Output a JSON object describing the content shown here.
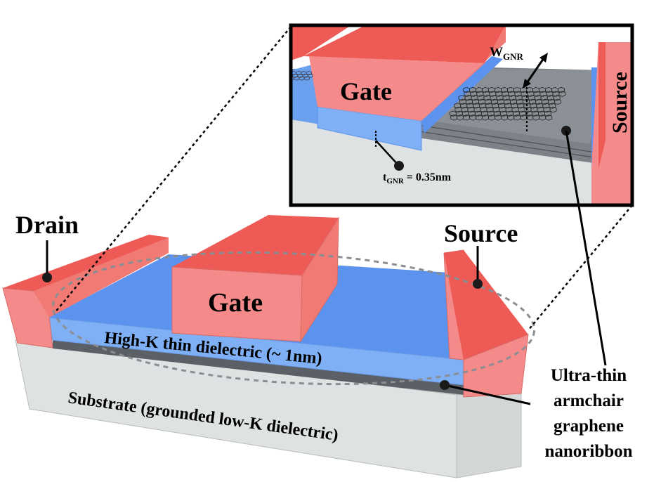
{
  "labels": {
    "drain": "Drain",
    "source": "Source",
    "gate": "Gate",
    "dielectric": "High-K thin dielectric (~ 1nm)",
    "substrate": "Substrate (grounded low-K dielectric)",
    "gnr_line1": "Ultra-thin",
    "gnr_line2": "armchair",
    "gnr_line3": "graphene",
    "gnr_line4": "nanoribbon"
  },
  "inset": {
    "gate": "Gate",
    "source": "Source",
    "w_gnr_main": "W",
    "w_gnr_sub": "GNR",
    "t_gnr_main": "t",
    "t_gnr_sub": "GNR",
    "t_gnr_value": " = 0.35nm"
  },
  "colors": {
    "contact_front": "#f48a8a",
    "contact_top": "#ee5a55",
    "contact_side": "#f27a74",
    "dielectric_top": "#5b93ee",
    "dielectric_front": "#7fb0f5",
    "substrate_front": "#dfe2e2",
    "substrate_top": "#c9cece",
    "graphene": "#5b6066",
    "inset_gnr_surface": "#8a9095"
  }
}
